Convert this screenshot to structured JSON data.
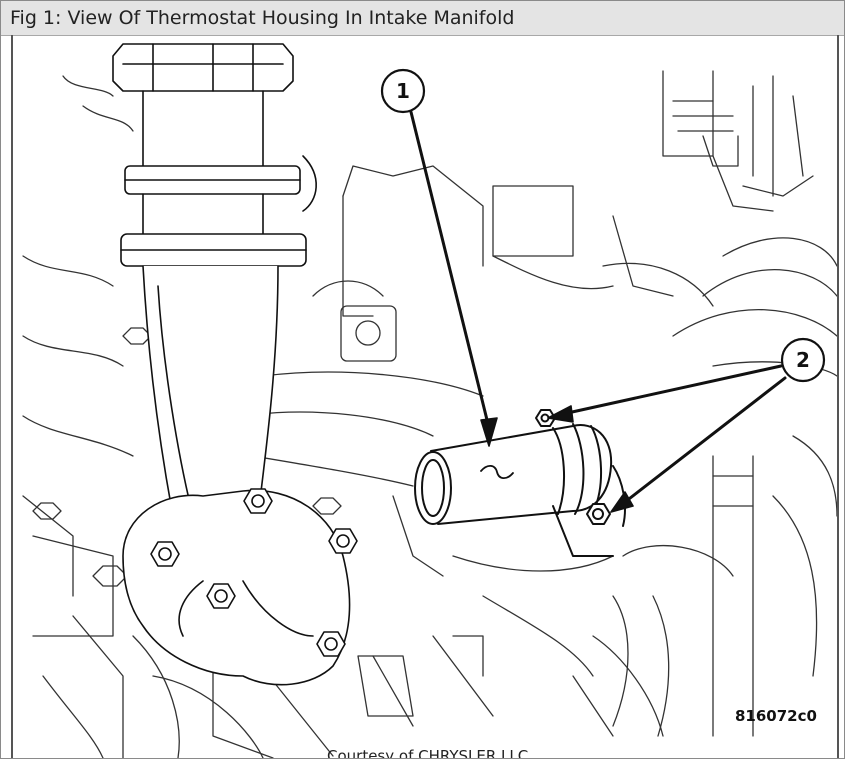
{
  "figure": {
    "caption": "Fig 1: View Of Thermostat Housing In Intake Manifold",
    "part_code": "816072c0",
    "courtesy": "Courtesy of CHRYSLER LLC",
    "callouts": [
      {
        "label": "1"
      },
      {
        "label": "2"
      }
    ]
  },
  "colors": {
    "caption_bar": "#e4e4e4",
    "line_art": "#111111",
    "border": "#555555"
  }
}
